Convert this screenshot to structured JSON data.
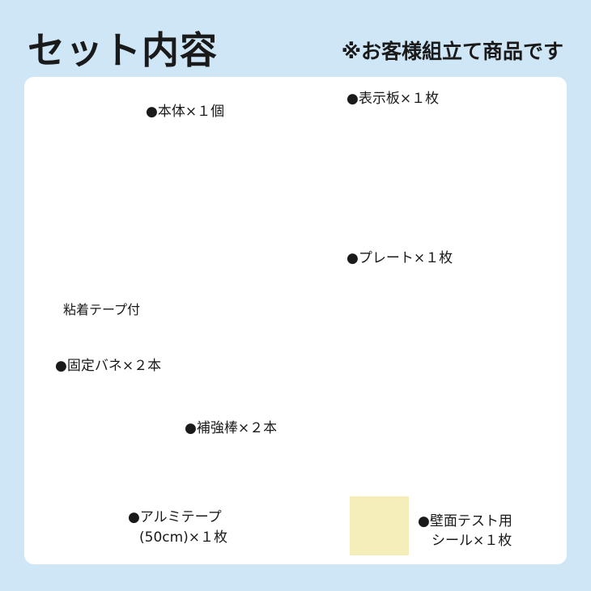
{
  "header": {
    "title": "セット内容",
    "note": "※お客様組立て商品です"
  },
  "items": {
    "body": "●本体×１個",
    "adhesive": "粘着テープ付",
    "signboard": "●表示板×１枚",
    "plate": "●プレート×１枚",
    "spring": "●固定バネ×２本",
    "rod": "●補強棒×２本",
    "tape_line1": "●アルミテープ",
    "tape_line2": "(50cm)×１枚",
    "seal_line1": "●壁面テスト用",
    "seal_line2": "シール×１枚"
  },
  "colors": {
    "background": "#cfe6f6",
    "panel": "#ffffff",
    "sticker": "#f5eebb",
    "accent_blue": "#3a9ad6"
  }
}
